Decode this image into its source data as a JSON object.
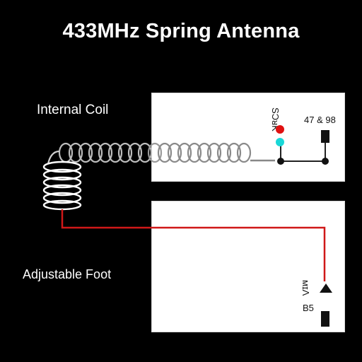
{
  "title": "433MHz Spring Antenna",
  "labels": {
    "internal_coil": "Internal Coil",
    "adjustable_foot": "Adjustable Foot"
  },
  "panel_top": {
    "vertical_text": "SƆᴚK",
    "pin_label": "47 & 98"
  },
  "panel_bottom": {
    "vertical_text": "ᴍɪɅ",
    "pin_label": "B5"
  },
  "colors": {
    "background": "#000000",
    "panel": "#ffffff",
    "coil": "#bdbdbd",
    "wire_red": "#d01818",
    "dot_red": "#e01010",
    "dot_cyan": "#19d7d7"
  }
}
